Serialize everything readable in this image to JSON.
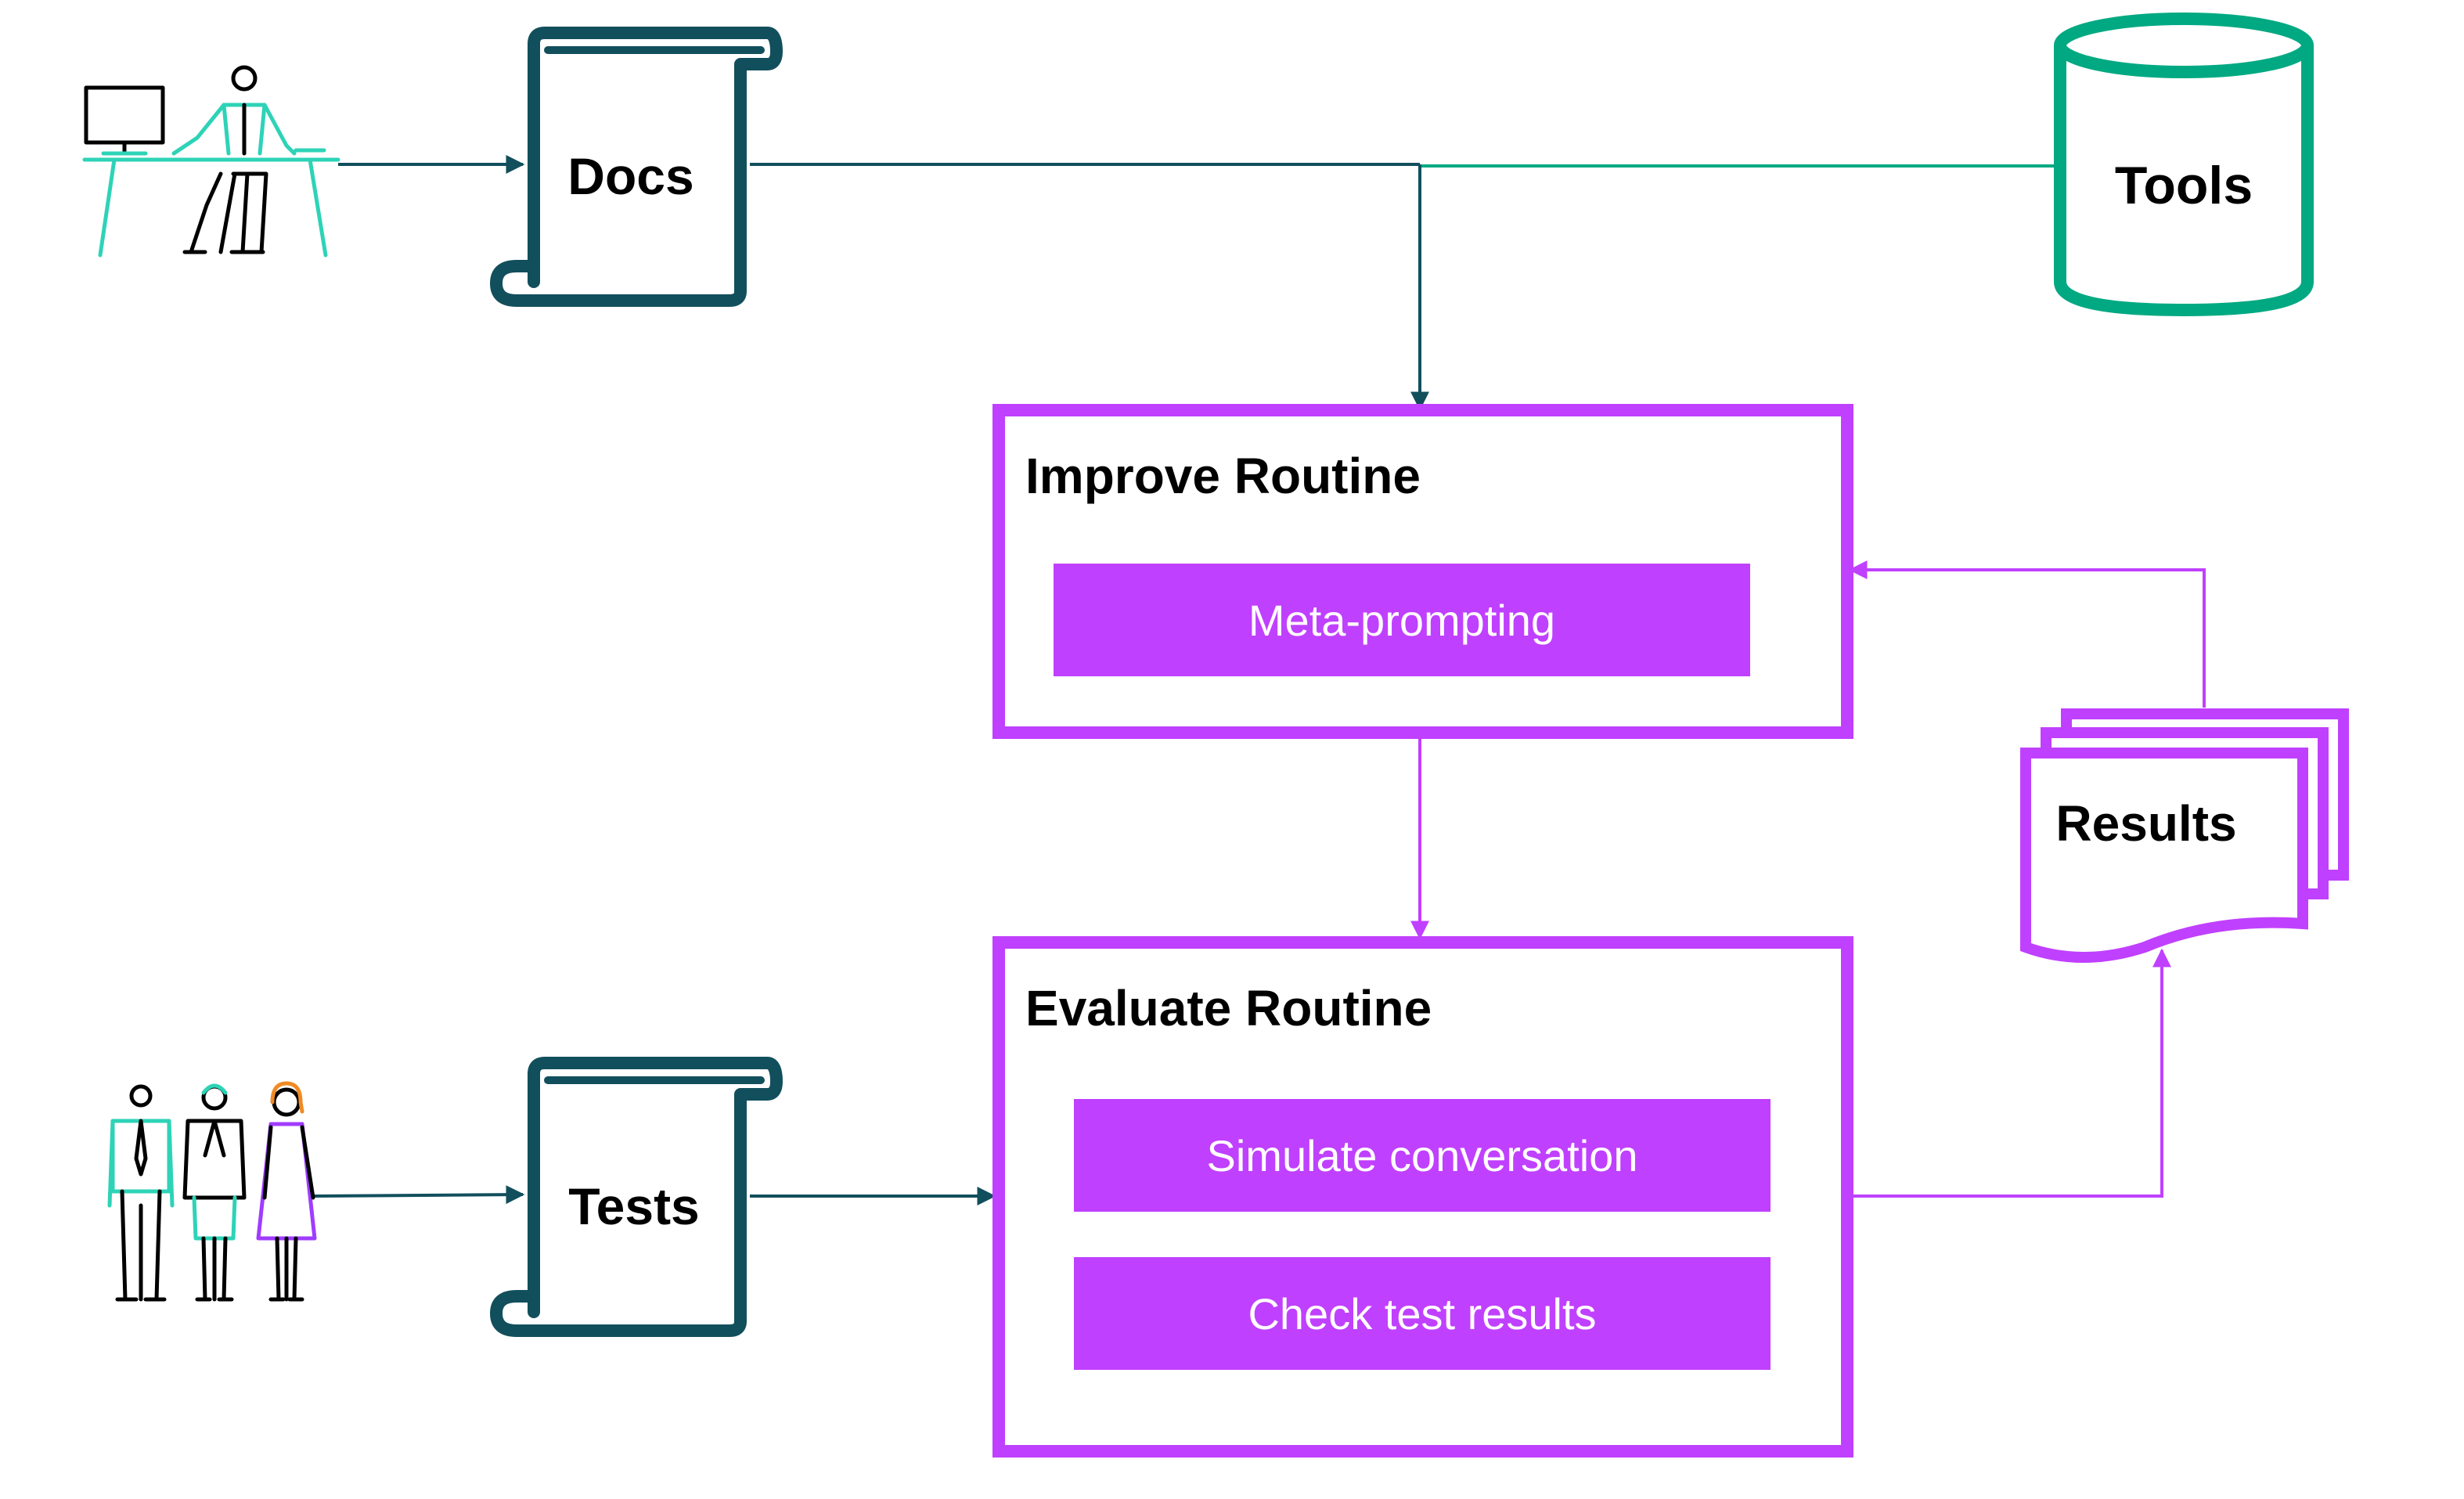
{
  "colors": {
    "doc_dark": "#124f5c",
    "tools_green": "#01a982",
    "person_teal": "#2ed3b7",
    "purple": "#c040ff",
    "person_orange": "#f08a24",
    "person_purple": "#a03cff",
    "ink": "#000000",
    "white": "#ffffff"
  },
  "icons": {
    "developer": "developer-at-desk-icon",
    "testers": "group-of-people-icon",
    "docs": "scroll-document-icon",
    "tests": "scroll-document-icon",
    "tools": "database-cylinder-icon",
    "results": "stacked-pages-icon"
  },
  "nodes": {
    "docs": "Docs",
    "tools": "Tools",
    "tests": "Tests",
    "results": "Results"
  },
  "improve": {
    "title": "Improve Routine",
    "steps": [
      "Meta-prompting"
    ]
  },
  "evaluate": {
    "title": "Evaluate Routine",
    "steps": [
      "Simulate conversation",
      "Check test results"
    ]
  }
}
